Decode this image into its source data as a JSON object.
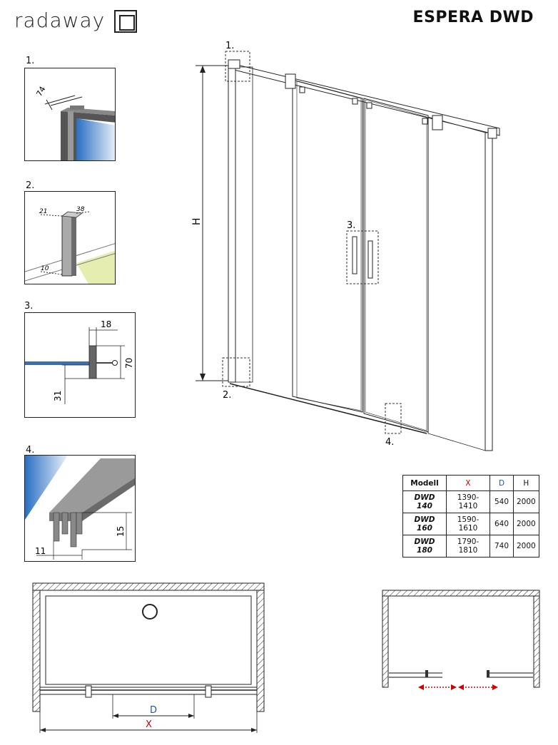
{
  "header": {
    "brand": "radaway",
    "model_title": "ESPERA DWD"
  },
  "details": [
    {
      "label": "1.",
      "dims": [
        "74"
      ]
    },
    {
      "label": "2.",
      "dims": [
        "21",
        "38",
        "10"
      ]
    },
    {
      "label": "3.",
      "dims": [
        "18",
        "70",
        "31"
      ]
    },
    {
      "label": "4.",
      "dims": [
        "15",
        "11"
      ]
    }
  ],
  "main_drawing": {
    "height_label": "H",
    "callouts": [
      "1.",
      "2.",
      "3.",
      "4."
    ]
  },
  "spec_table": {
    "headers": [
      "Modell",
      "X",
      "D",
      "H"
    ],
    "rows": [
      {
        "model": "DWD 140",
        "x": "1390-1410",
        "d": "540",
        "h": "2000"
      },
      {
        "model": "DWD 160",
        "x": "1590-1610",
        "d": "640",
        "h": "2000"
      },
      {
        "model": "DWD 180",
        "x": "1790-1810",
        "d": "740",
        "h": "2000"
      }
    ]
  },
  "plan_view": {
    "d_label": "D",
    "x_label": "X"
  },
  "colors": {
    "x_accent": "#cc0000",
    "d_accent": "#2255aa",
    "glass": "#4a90d9",
    "floor": "#e6edb0"
  }
}
